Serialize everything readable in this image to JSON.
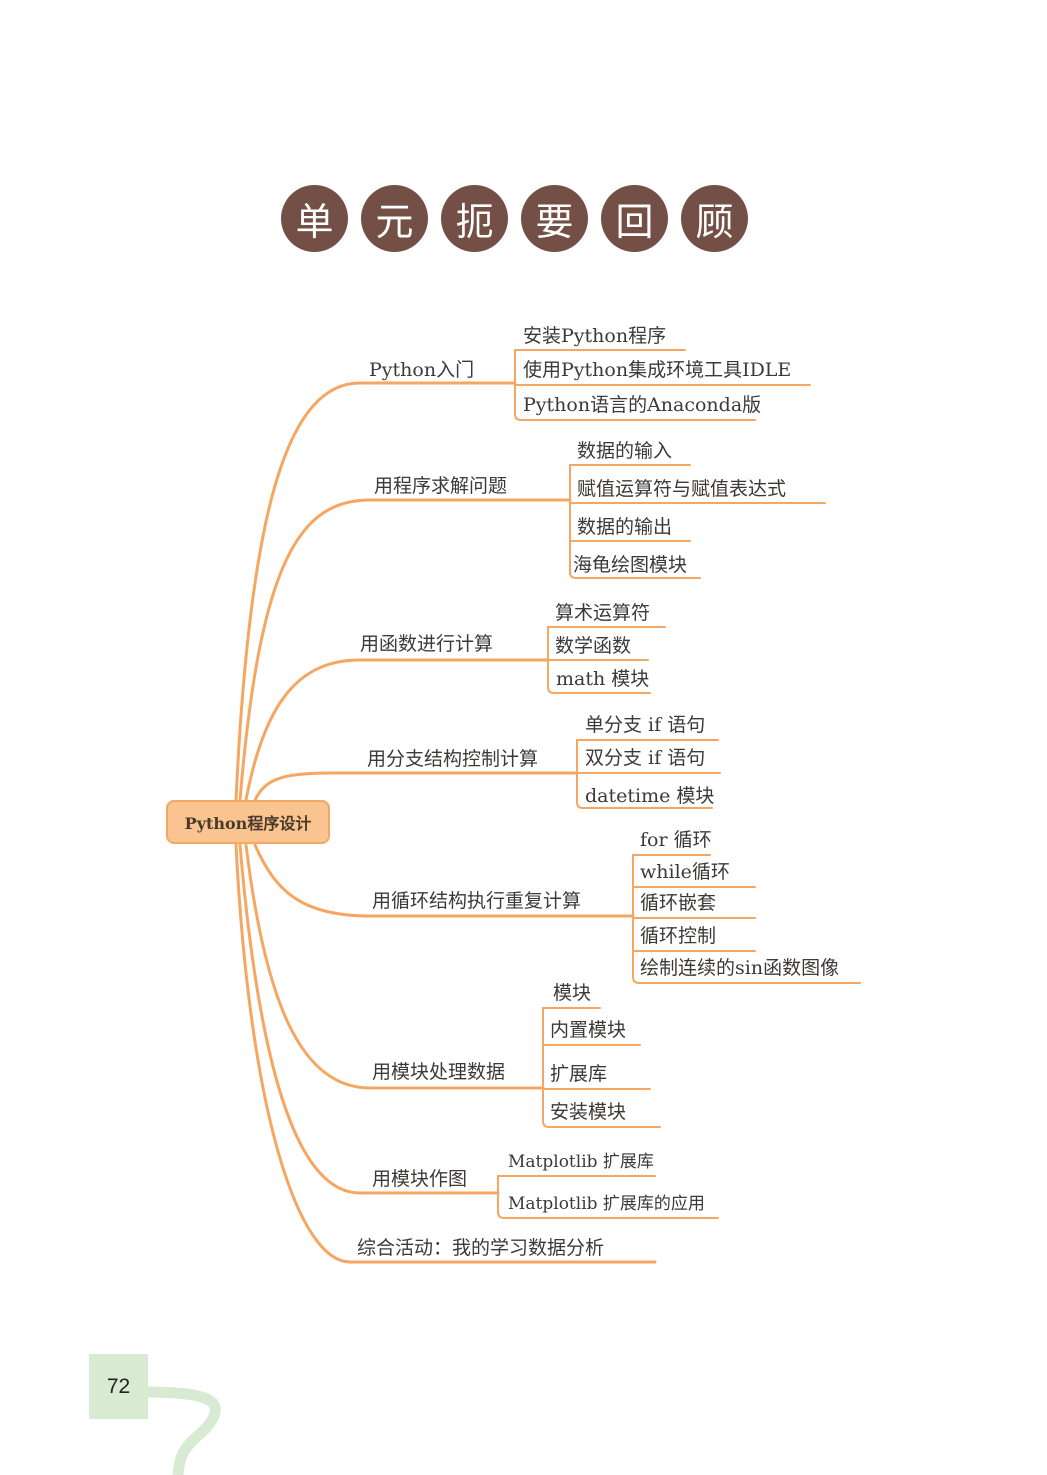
{
  "title_chars": [
    "单",
    "元",
    "扼",
    "要",
    "回",
    "顾"
  ],
  "root": "Python程序设计",
  "branches": [
    {
      "label": "Python入门",
      "children": [
        "安装Python程序",
        "使用Python集成环境工具IDLE",
        "Python语言的Anaconda版"
      ]
    },
    {
      "label": "用程序求解问题",
      "children": [
        "数据的输入",
        "赋值运算符与赋值表达式",
        "数据的输出",
        "海龟绘图模块"
      ]
    },
    {
      "label": "用函数进行计算",
      "children": [
        "算术运算符",
        "数学函数",
        "math 模块"
      ]
    },
    {
      "label": "用分支结构控制计算",
      "children": [
        "单分支 if 语句",
        "双分支 if 语句",
        "datetime 模块"
      ]
    },
    {
      "label": "用循环结构执行重复计算",
      "children": [
        "for 循环",
        "while循环",
        "循环嵌套",
        "循环控制",
        "绘制连续的sin函数图像"
      ]
    },
    {
      "label": "用模块处理数据",
      "children": [
        "模块",
        "内置模块",
        "扩展库",
        "安装模块"
      ]
    },
    {
      "label": "用模块作图",
      "children": [
        "Matplotlib 扩展库",
        "Matplotlib 扩展库的应用"
      ]
    },
    {
      "label": "综合活动：我的学习数据分析",
      "children": []
    }
  ],
  "page_number": "72",
  "colors": {
    "title_circle": "#734f45",
    "line": "#f5a661",
    "root_fill": "#f9c48f",
    "page_tab": "#d9ead3"
  }
}
